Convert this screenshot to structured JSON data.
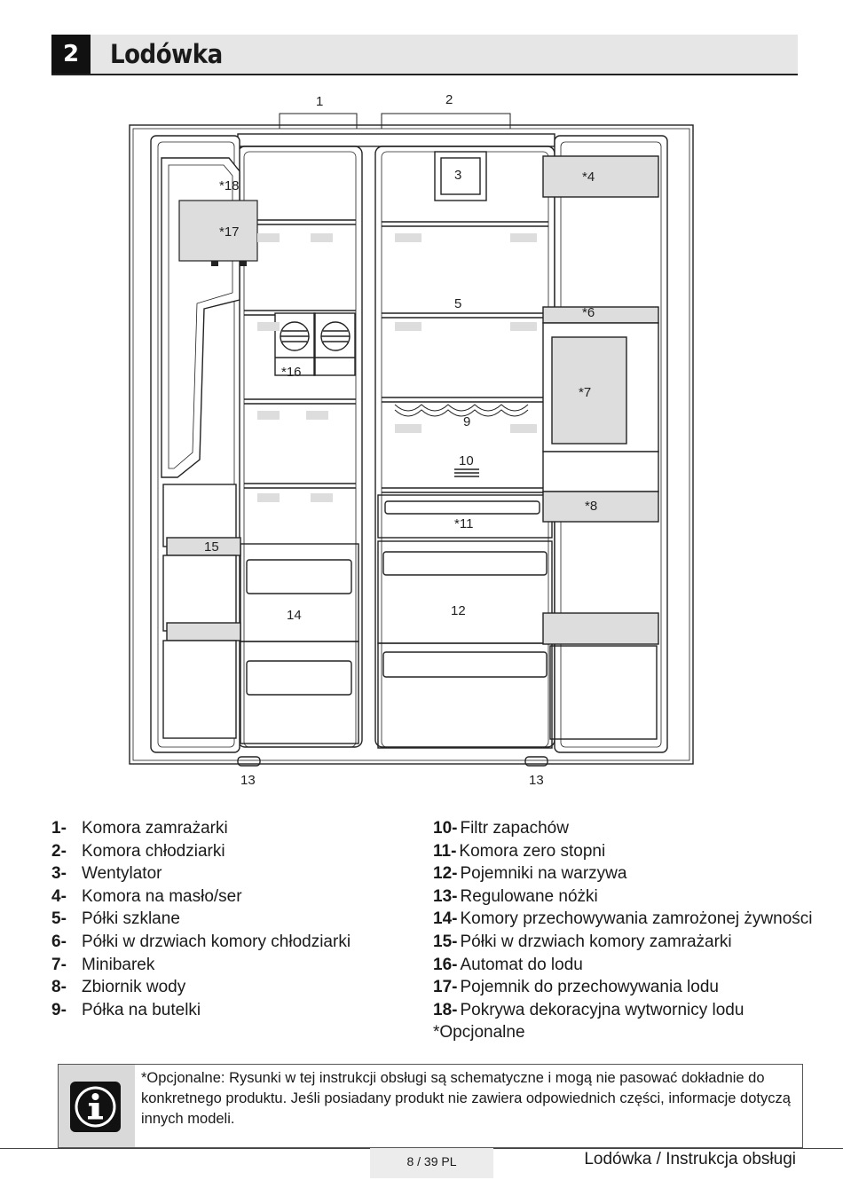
{
  "section": {
    "number": "2",
    "title": "Lodówka"
  },
  "diagram": {
    "labels": {
      "l1": "1",
      "l2": "2",
      "l3": "3",
      "l4": "*4",
      "l5": "5",
      "l6": "*6",
      "l7": "*7",
      "l8": "*8",
      "l9": "9",
      "l10": "10",
      "l11": "*11",
      "l12": "12",
      "l13a": "13",
      "l13b": "13",
      "l14": "14",
      "l15": "15",
      "l16": "*16",
      "l17": "*17",
      "l18": "*18"
    }
  },
  "legend": {
    "left": [
      {
        "key": "1-",
        "text": "Komora zamrażarki"
      },
      {
        "key": "2-",
        "text": "Komora chłodziarki"
      },
      {
        "key": "3-",
        "text": "Wentylator"
      },
      {
        "key": "4-",
        "text": "Komora na masło/ser"
      },
      {
        "key": "5-",
        "text": "Półki szklane"
      },
      {
        "key": "6-",
        "text": "Półki w drzwiach komory chłodziarki"
      },
      {
        "key": "7-",
        "text": "Minibarek"
      },
      {
        "key": "8-",
        "text": "Zbiornik wody"
      },
      {
        "key": "9-",
        "text": "Półka na butelki"
      }
    ],
    "right": [
      {
        "key": "10-",
        "text": "Filtr zapachów"
      },
      {
        "key": "11-",
        "text": "Komora zero stopni"
      },
      {
        "key": "12-",
        "text": "Pojemniki na warzywa"
      },
      {
        "key": "13-",
        "text": "Regulowane nóżki"
      },
      {
        "key": "14-",
        "text": "Komory przechowywania zamrożonej żywności"
      },
      {
        "key": "15-",
        "text": "Półki w drzwiach komory zamrażarki"
      },
      {
        "key": "16-",
        "text": "Automat do lodu"
      },
      {
        "key": "17-",
        "text": "Pojemnik do przechowywania lodu"
      },
      {
        "key": "18-",
        "text": "Pokrywa dekoracyjna wytwornicy lodu"
      }
    ],
    "optional_note": "*Opcjonalne"
  },
  "note": {
    "text": "*Opcjonalne: Rysunki w tej instrukcji obsługi są schematyczne i mogą nie pasować dokładnie do konkretnego produktu. Jeśli posiadany produkt nie zawiera odpowiednich części, informacje dotyczą innych modeli."
  },
  "footer": {
    "page": "8 / 39 PL",
    "title": "Lodówka / Instrukcja obsługi"
  }
}
